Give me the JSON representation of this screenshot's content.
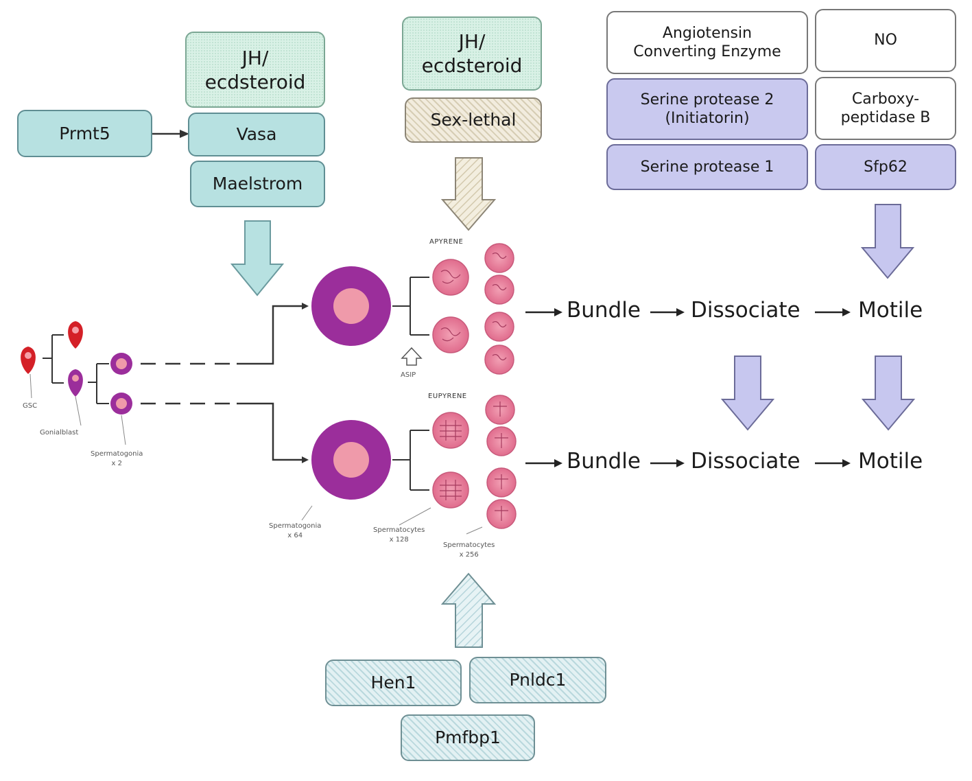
{
  "left_top": {
    "hormone": "JH/\necdsteroid",
    "prmt5": "Prmt5",
    "vasa": "Vasa",
    "maelstrom": "Maelstrom"
  },
  "center_top": {
    "hormone": "JH/\necdsteroid",
    "sex_lethal": "Sex-lethal"
  },
  "right_top": {
    "ace": "Angiotensin\nConverting Enzyme",
    "no": "NO",
    "serine2": "Serine protease 2\n(Initiatorin)",
    "carboxy": "Carboxy-\npeptidase B",
    "serine1": "Serine protease 1",
    "sfp62": "Sfp62"
  },
  "bottom": {
    "hen1": "Hen1",
    "pnldc1": "Pnldc1",
    "pmfbp1": "Pmfbp1"
  },
  "flow_apyrene": {
    "bundle": "Bundle",
    "dissociate": "Dissociate",
    "motile": "Motile"
  },
  "flow_eupyrene": {
    "bundle": "Bundle",
    "dissociate": "Dissociate",
    "motile": "Motile"
  },
  "cell_labels": {
    "apyrene": "APYRENE",
    "eupyrene": "EUPYRENE",
    "asip": "ASIP",
    "gsc": "GSC",
    "gonialblast": "Gonialblast",
    "spermatogonia_2": "Spermatogonia\nx 2",
    "spermatogonia_64": "Spermatogonia\nx 64",
    "spermatocytes_128": "Spermatocytes\nx 128",
    "spermatocytes_256": "Spermatocytes\nx 256"
  },
  "colors": {
    "gsc_red": "#d42027",
    "purple": "#9b2e9b",
    "pink": "#ef9aaa",
    "lavender_arrow": "#c7c7ef",
    "teal_arrow": "#b7e1e1"
  }
}
